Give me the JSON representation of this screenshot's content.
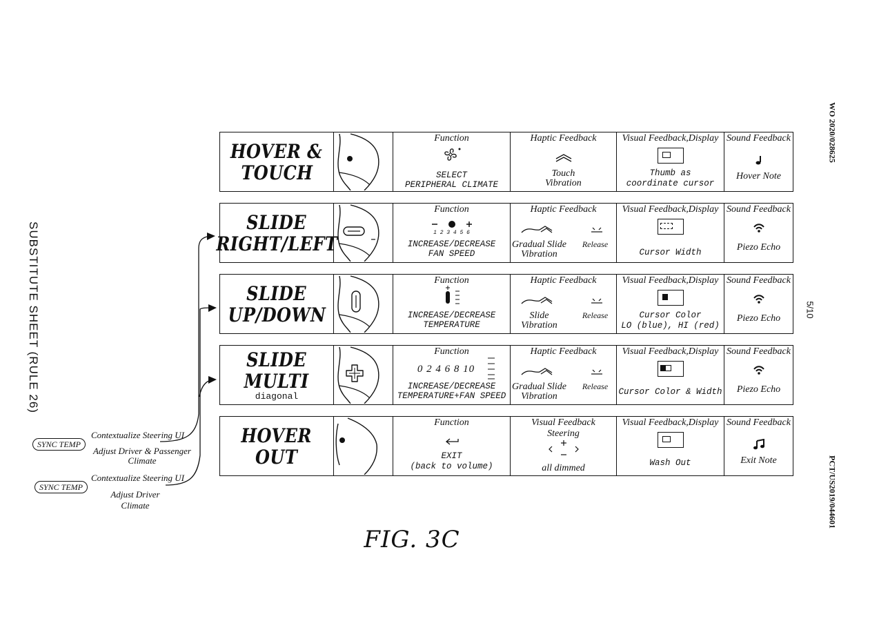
{
  "margins": {
    "left": "SUBSTITUTE SHEET (RULE 26)",
    "right_top": "WO 2020/028625",
    "right_bottom": "PCT/US2019/044601",
    "page": "5/10"
  },
  "headers": {
    "function": "Function",
    "haptic": "Haptic Feedback",
    "visual": "Visual Feedback,Display",
    "sound": "Sound Feedback"
  },
  "rows": [
    {
      "name": [
        "HOVER &",
        "TOUCH"
      ],
      "sub": "",
      "function": [
        "SELECT",
        "PERIPHERAL CLIMATE"
      ],
      "haptic_header": "Haptic Feedback",
      "haptic": [
        "Touch",
        "Vibration"
      ],
      "haptic_release": "",
      "visual": [
        "Thumb as",
        "coordinate cursor"
      ],
      "sound": "Hover Note"
    },
    {
      "name": [
        "SLIDE",
        "RIGHT/LEFT"
      ],
      "sub": "",
      "function_scale": "1 2 3 4 5 6",
      "function": [
        "INCREASE/DECREASE",
        "FAN SPEED"
      ],
      "haptic_header": "Haptic Feedback",
      "haptic": [
        "Gradual Slide",
        "Vibration"
      ],
      "haptic_release": "Release",
      "visual": [
        "Cursor Width"
      ],
      "sound": "Piezo Echo"
    },
    {
      "name": [
        "SLIDE",
        "UP/DOWN"
      ],
      "sub": "",
      "function": [
        "INCREASE/DECREASE",
        "TEMPERATURE"
      ],
      "haptic_header": "Haptic Feedback",
      "haptic": [
        "Slide",
        "Vibration"
      ],
      "haptic_release": "Release",
      "visual": [
        "Cursor Color",
        "LO (blue), HI (red)"
      ],
      "sound": "Piezo Echo"
    },
    {
      "name": [
        "SLIDE",
        "MULTI"
      ],
      "sub": "diagonal",
      "function_scale": "0 2 4 6 8 10",
      "function": [
        "INCREASE/DECREASE",
        "TEMPERATURE+FAN SPEED"
      ],
      "haptic_header": "Haptic Feedback",
      "haptic": [
        "Gradual Slide",
        "Vibration"
      ],
      "haptic_release": "Release",
      "visual": [
        "Cursor Color & Width"
      ],
      "sound": "Piezo Echo"
    },
    {
      "name": [
        "HOVER",
        "OUT"
      ],
      "sub": "",
      "function": [
        "EXIT",
        "(back to volume)"
      ],
      "haptic_header": "Visual Feedback",
      "haptic": [
        "Steering",
        "all dimmed"
      ],
      "haptic_release": "",
      "visual": [
        "Wash Out"
      ],
      "sound": "Exit Note"
    }
  ],
  "legend": {
    "pill1": "SYNC TEMP",
    "line1a": "Contextualize Steering UI",
    "line1b": "Adjust Driver & Passenger",
    "line1c": "Climate",
    "pill2": "SYNC TEMP",
    "line2a": "Contextualize Steering UI",
    "line2b": "Adjust Driver",
    "line2c": "Climate"
  },
  "figure_label": "FIG. 3C"
}
